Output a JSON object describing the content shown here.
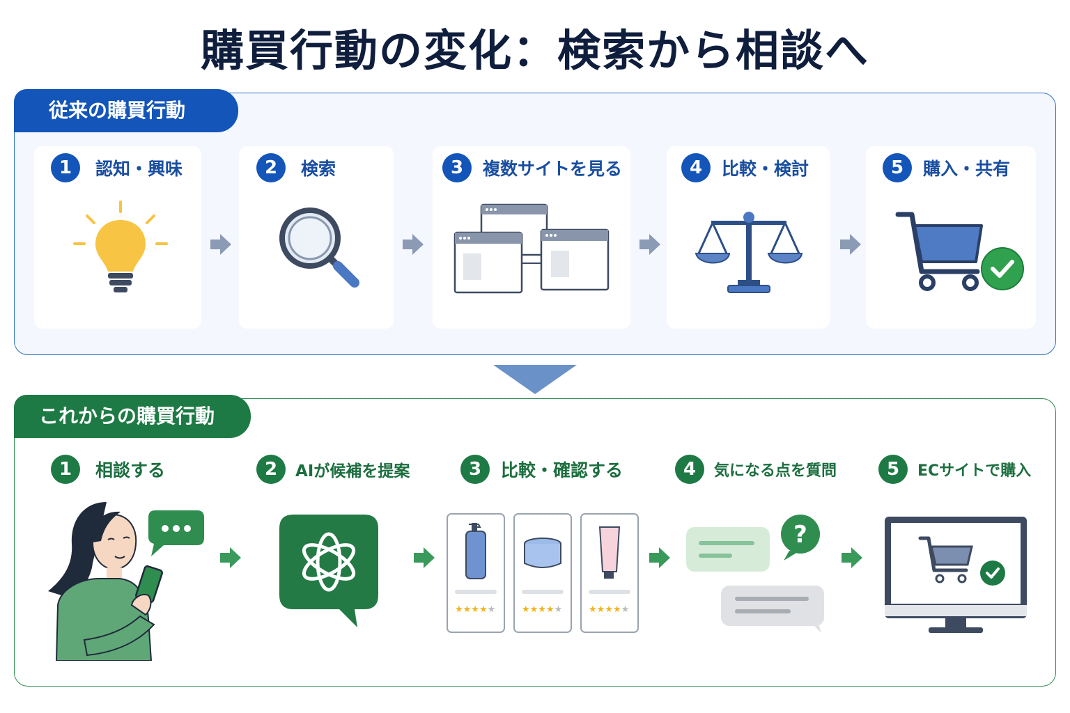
{
  "title": "購買行動の変化：検索から相談へ",
  "traditional": {
    "heading": "従来の購買行動",
    "steps": [
      {
        "num": "1",
        "label": "認知・興味",
        "icon": "lightbulb-icon"
      },
      {
        "num": "2",
        "label": "検索",
        "icon": "magnifier-icon"
      },
      {
        "num": "3",
        "label": "複数サイトを見る",
        "icon": "browser-windows-icon"
      },
      {
        "num": "4",
        "label": "比較・検討",
        "icon": "scale-icon"
      },
      {
        "num": "5",
        "label": "購入・共有",
        "icon": "cart-check-icon"
      }
    ]
  },
  "future": {
    "heading": "これからの購買行動",
    "steps": [
      {
        "num": "1",
        "label": "相談する",
        "icon": "woman-smartphone-icon"
      },
      {
        "num": "2",
        "label": "AIが候補を提案",
        "icon": "ai-chat-icon"
      },
      {
        "num": "3",
        "label": "比較・確認する",
        "icon": "product-cards-icon"
      },
      {
        "num": "4",
        "label": "気になる点を質問",
        "icon": "chat-question-icon"
      },
      {
        "num": "5",
        "label": "ECサイトで購入",
        "icon": "monitor-cart-icon"
      }
    ]
  },
  "colors": {
    "blue": "#1355b8",
    "green": "#1e7a45",
    "title": "#0f1e3c",
    "arrow_gray": "#8b9ab5",
    "arrow_green": "#3a9a5c"
  }
}
